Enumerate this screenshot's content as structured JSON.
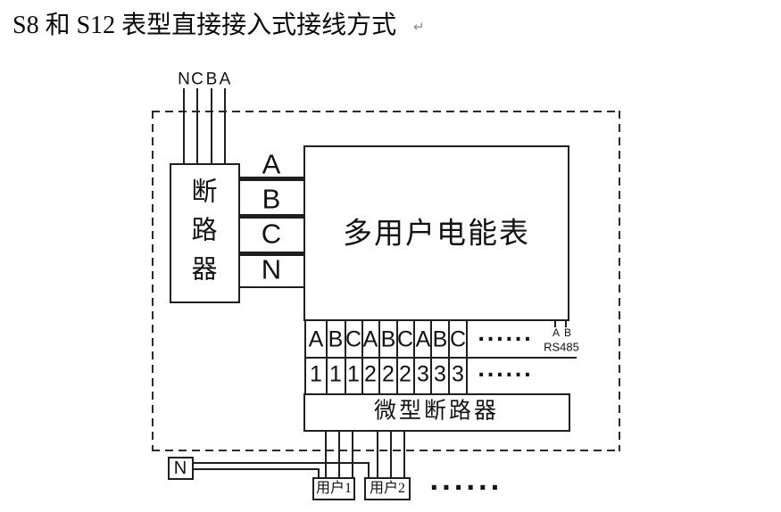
{
  "page": {
    "title": "S8 和 S12 表型直接接入式接线方式",
    "paragraph_mark": "↵"
  },
  "colors": {
    "line": "#1f1f1f",
    "background": "#ffffff",
    "paragraph_mark_gray": "#8a8a8a"
  },
  "supply": {
    "labels": [
      "N",
      "C",
      "B",
      "A"
    ]
  },
  "main_breaker": {
    "label": "断路器",
    "chars": [
      "断",
      "路",
      "器"
    ]
  },
  "bus": {
    "labels": [
      "A",
      "B",
      "C",
      "N"
    ]
  },
  "meter": {
    "label": "多用户电能表"
  },
  "terminal_strip": {
    "phase_row": [
      "A",
      "B",
      "C",
      "A",
      "B",
      "C",
      "A",
      "B",
      "C"
    ],
    "number_row": [
      "1",
      "1",
      "1",
      "2",
      "2",
      "2",
      "3",
      "3",
      "3"
    ],
    "phase_row_ellipsis": "......",
    "number_row_ellipsis": "......"
  },
  "rs485": {
    "terminals": [
      "A",
      "B"
    ],
    "label": "RS485"
  },
  "mini_breaker": {
    "label": "微型断路器"
  },
  "neutral": {
    "label": "N"
  },
  "users": {
    "user1": "用户1",
    "user2": "用户2",
    "ellipsis": "......"
  }
}
